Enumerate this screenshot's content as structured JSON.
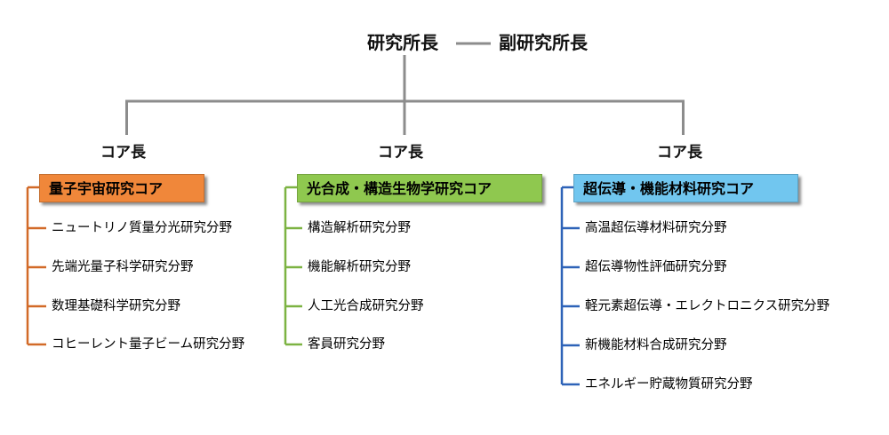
{
  "director": "研究所長",
  "vice_director": "副研究所長",
  "core_leader_label": "コア長",
  "colors": {
    "trunk": "#8c8c8c",
    "core1": "#d26a28",
    "core1_fill": "#f0873a",
    "core2": "#7cb342",
    "core2_fill": "#8fc84f",
    "core3": "#2e63b8",
    "core3_fill": "#71c6ef"
  },
  "cores": [
    {
      "name": "量子宇宙研究コア",
      "leader": "コア長",
      "fields": [
        "ニュートリノ質量分光研究分野",
        "先端光量子科学研究分野",
        "数理基礎科学研究分野",
        "コヒーレント量子ビーム研究分野"
      ]
    },
    {
      "name": "光合成・構造生物学研究コア",
      "leader": "コア長",
      "fields": [
        "構造解析研究分野",
        "機能解析研究分野",
        "人工光合成研究分野",
        "客員研究分野"
      ]
    },
    {
      "name": "超伝導・機能材料研究コア",
      "leader": "コア長",
      "fields": [
        "高温超伝導材料研究分野",
        "超伝導物性評価研究分野",
        "軽元素超伝導・エレクトロニクス研究分野",
        "新機能材料合成研究分野",
        "エネルギー貯蔵物質研究分野"
      ]
    }
  ]
}
